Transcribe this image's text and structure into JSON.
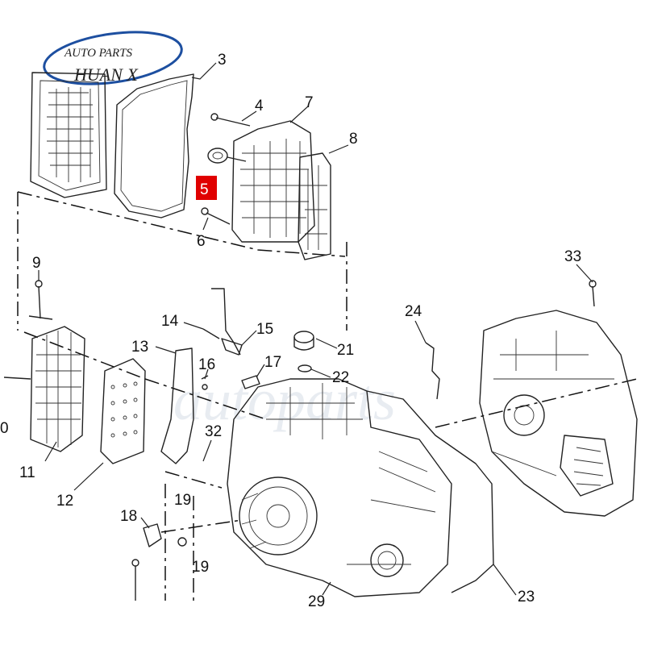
{
  "logo": {
    "line1": "AUTO PARTS",
    "line2": "HUAN X",
    "ring_color": "#1d4fa0"
  },
  "watermark": "autoparts",
  "highlight_color": "#e00000",
  "callouts": {
    "c3": "3",
    "c4": "4",
    "c5": "5",
    "c6": "6",
    "c7": "7",
    "c8": "8",
    "c9": "9",
    "c0": "0",
    "c11": "11",
    "c12": "12",
    "c13": "13",
    "c14": "14",
    "c15": "15",
    "c16": "16",
    "c17": "17",
    "c18": "18",
    "c19a": "19",
    "c19b": "19",
    "c21": "21",
    "c22": "22",
    "c23": "23",
    "c24": "24",
    "c29": "29",
    "c32": "32",
    "c33": "33"
  }
}
